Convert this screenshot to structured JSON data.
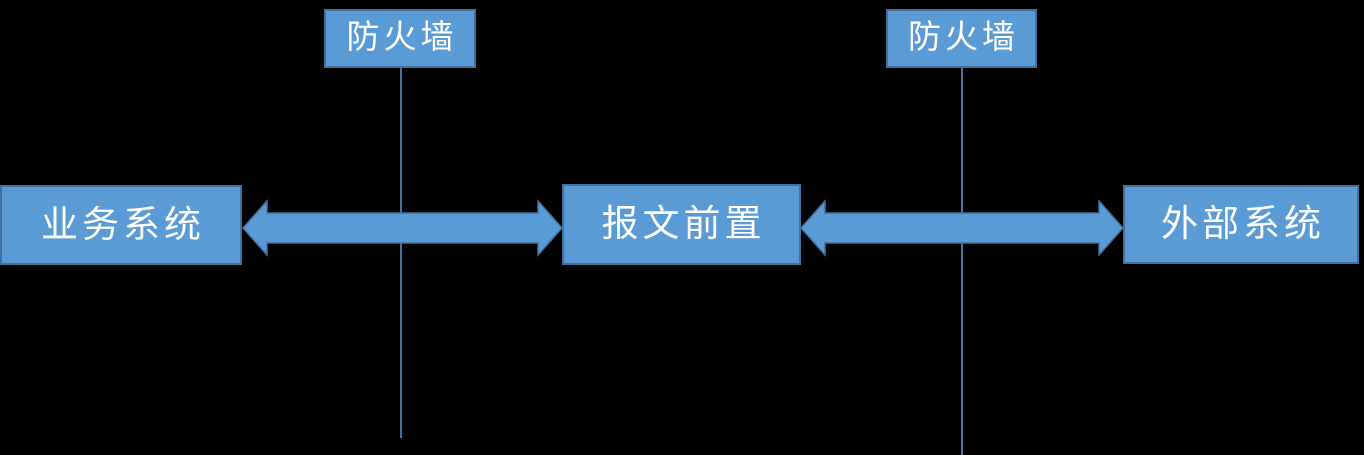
{
  "colors": {
    "background": "#000000",
    "node_fill": "#5B9BD5",
    "node_border": "#41719C",
    "arrow_fill": "#5B9BD5",
    "arrow_border": "#41719C",
    "connector_line": "#5B9BD5",
    "text": "#FFFFFF"
  },
  "nodes": {
    "firewall_left": {
      "label": "防火墙"
    },
    "firewall_right": {
      "label": "防火墙"
    },
    "business_system": {
      "label": "业务系统"
    },
    "message_gateway": {
      "label": "报文前置"
    },
    "external_system": {
      "label": "外部系统"
    }
  },
  "connections": [
    {
      "from": "业务系统",
      "to": "报文前置",
      "type": "double-arrow"
    },
    {
      "from": "报文前置",
      "to": "外部系统",
      "type": "double-arrow"
    },
    {
      "label": "防火墙",
      "type": "vertical-line",
      "crosses": "业务系统 ↔ 报文前置"
    },
    {
      "label": "防火墙",
      "type": "vertical-line",
      "crosses": "报文前置 ↔ 外部系统"
    }
  ]
}
